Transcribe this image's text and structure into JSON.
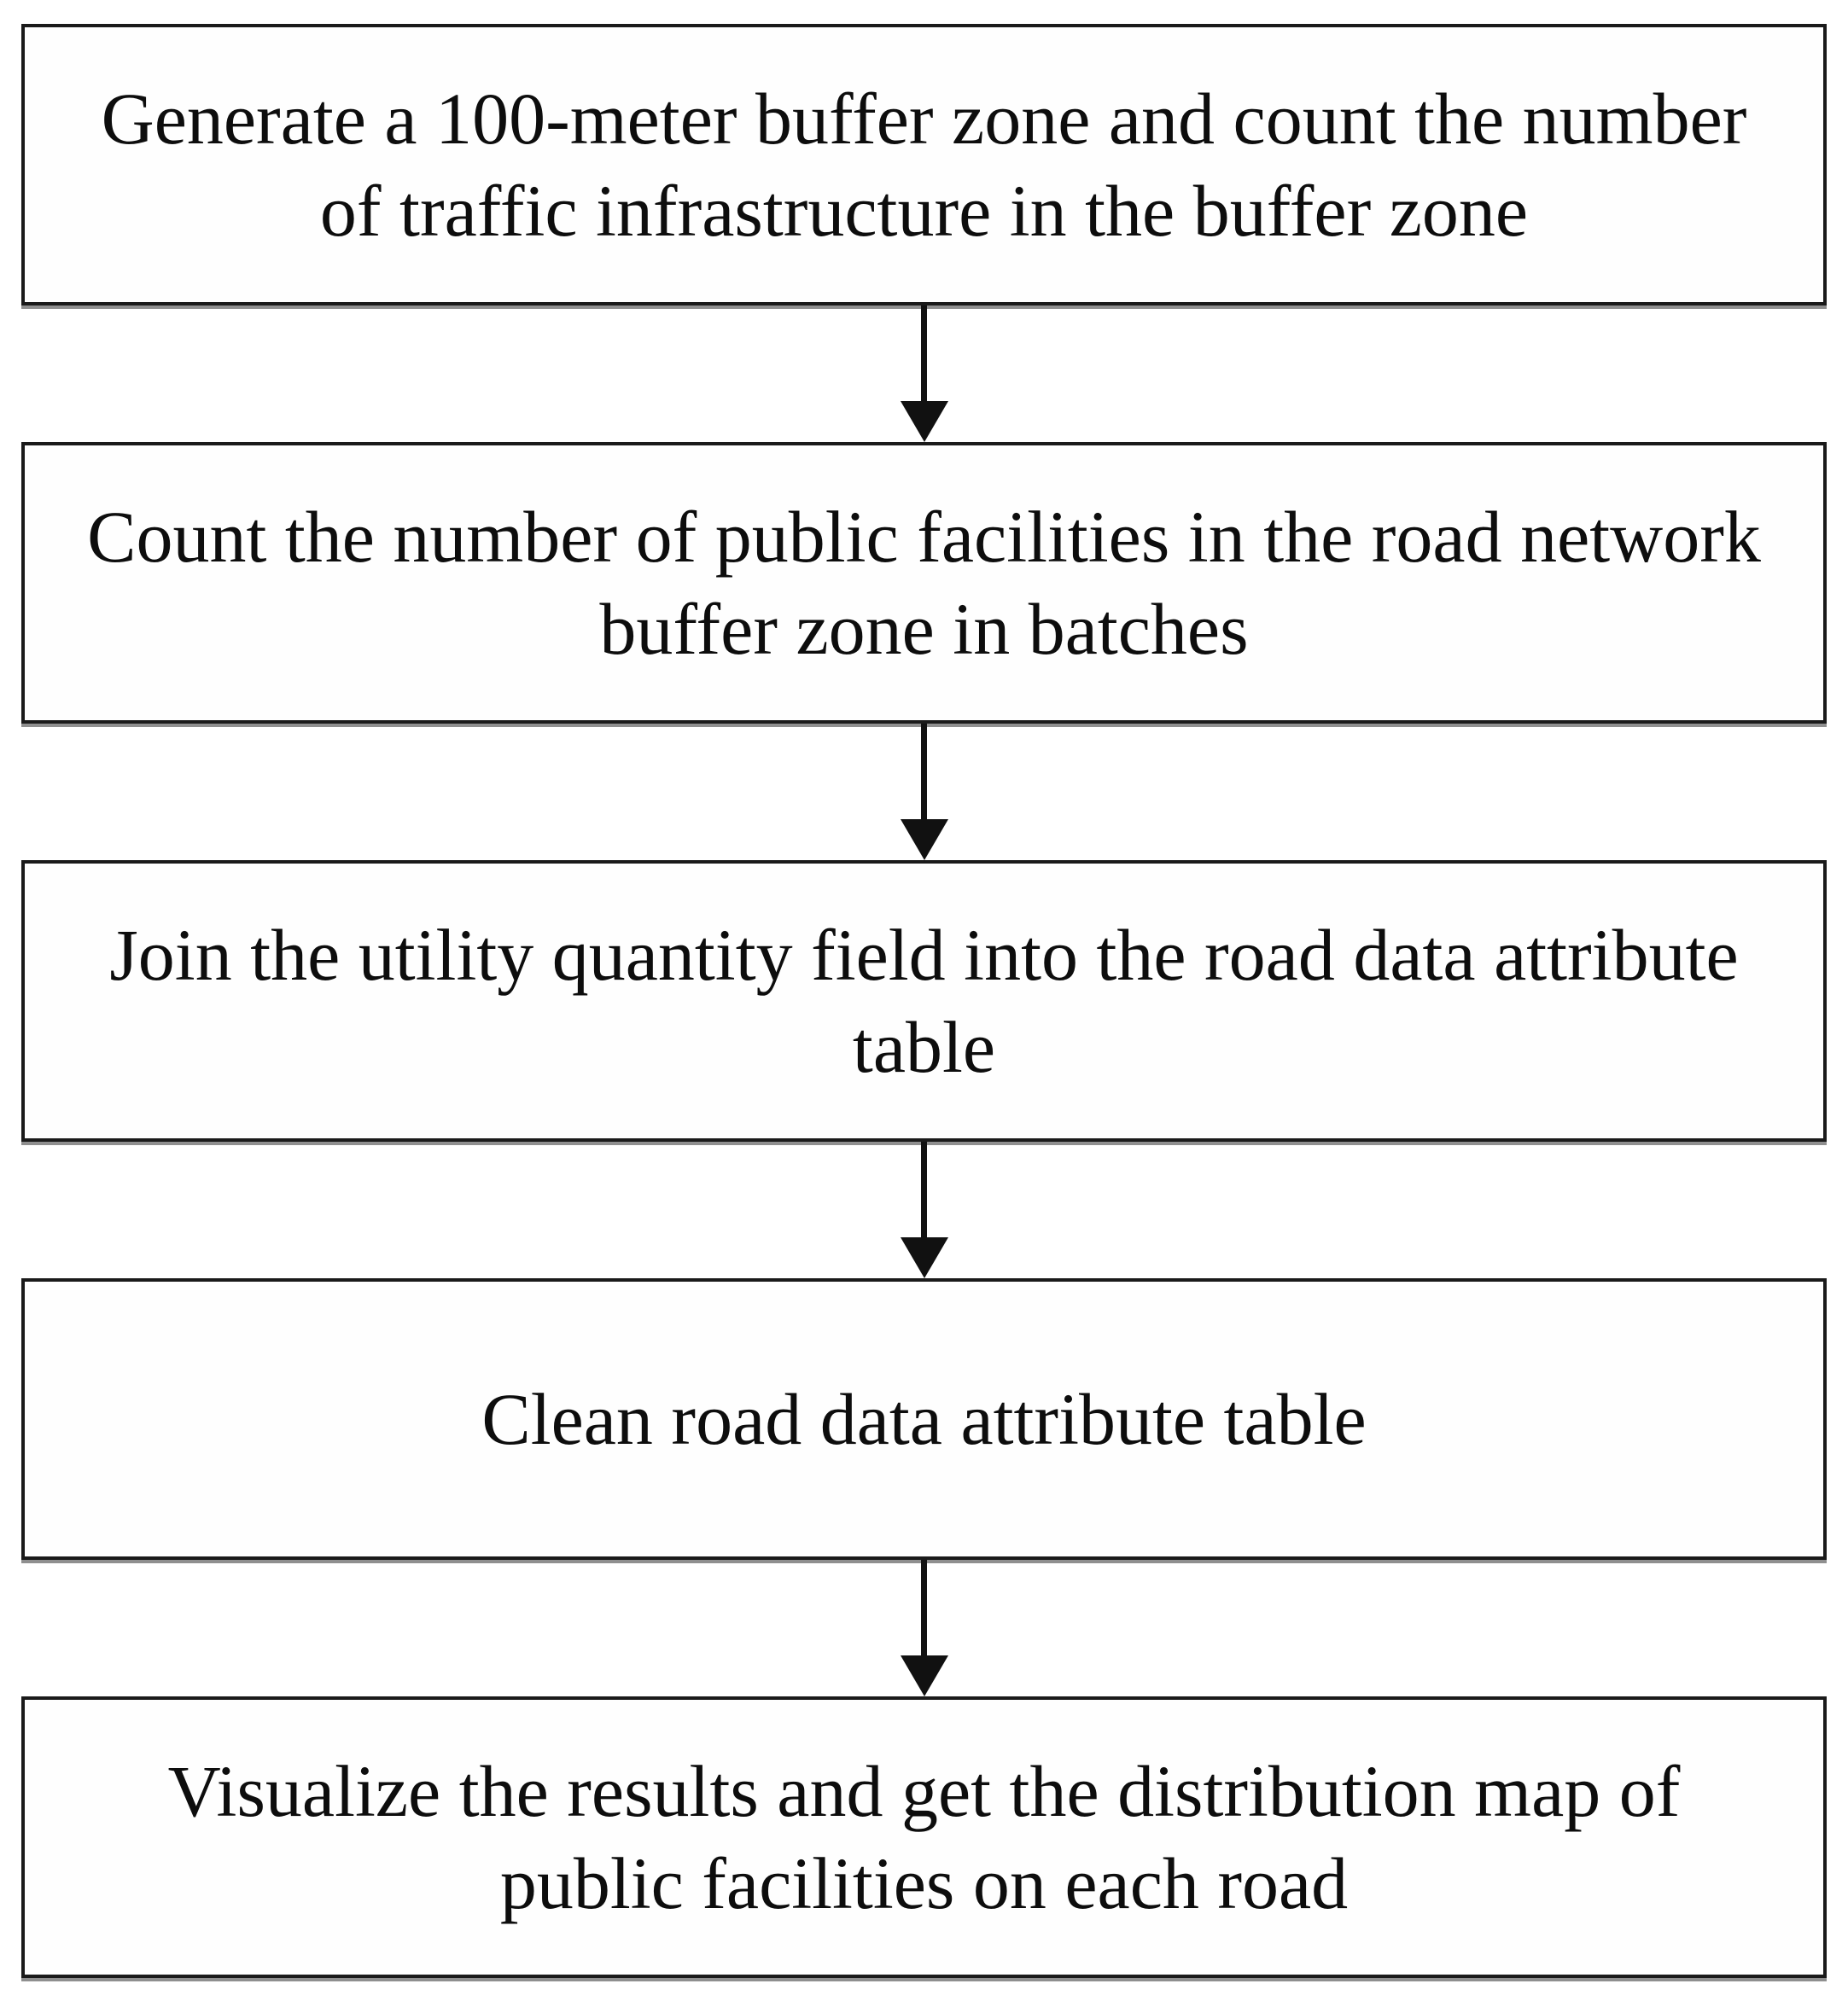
{
  "flowchart": {
    "type": "vertical-flowchart",
    "steps": [
      {
        "label": "Generate a 100-meter buffer zone and count the number of traffic infrastructure in the buffer zone",
        "lines": [
          "Generate a 100-meter buffer zone and count the number",
          "of traffic infrastructure in the buffer zone"
        ]
      },
      {
        "label": "Count the number of public facilities in the road network buffer zone in batches",
        "lines": [
          "Count the number of public facilities in the road network",
          "buffer zone in batches"
        ]
      },
      {
        "label": "Join the utility quantity field into the road data attribute table",
        "lines": [
          "Join the utility quantity field into the road data attribute",
          "table"
        ]
      },
      {
        "label": "Clean road data attribute table",
        "lines": [
          "Clean road data attribute table"
        ]
      },
      {
        "label": "Visualize the results and get the distribution map of public facilities on each road",
        "lines": [
          "Visualize the results and get the distribution map of",
          "public facilities on each road"
        ]
      }
    ],
    "connectors": [
      {
        "from": 1,
        "to": 2,
        "direction": "down"
      },
      {
        "from": 2,
        "to": 3,
        "direction": "down"
      },
      {
        "from": 3,
        "to": 4,
        "direction": "down"
      },
      {
        "from": 4,
        "to": 5,
        "direction": "down"
      }
    ],
    "colors": {
      "background": "#ffffff",
      "box_fill": "#fefefe",
      "border": "#1a1a1a",
      "text": "#0d0d0d",
      "arrow": "#111111",
      "shadow": "#8f8f8f"
    }
  }
}
